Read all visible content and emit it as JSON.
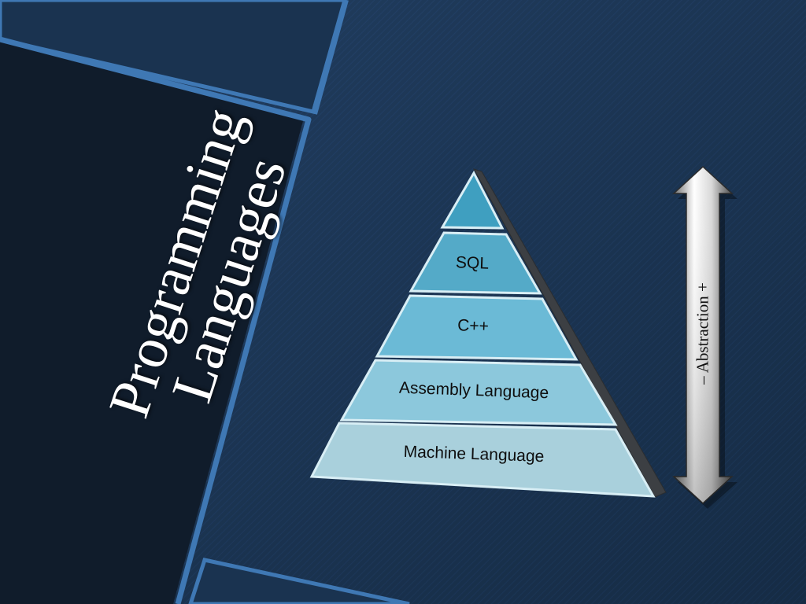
{
  "slide": {
    "title_line1": "Programming",
    "title_line2": "Languages"
  },
  "pyramid": {
    "tiers": [
      {
        "label": "",
        "fill": "#3f9fc0"
      },
      {
        "label": "SQL",
        "fill": "#54aac8"
      },
      {
        "label": "C++",
        "fill": "#6bbad6"
      },
      {
        "label": "Assembly Language",
        "fill": "#8cc8dc"
      },
      {
        "label": "Machine Language",
        "fill": "#a9d0dc"
      }
    ]
  },
  "axis": {
    "label": "– Abstraction +"
  },
  "colors": {
    "background": "#1c3553",
    "left_panel": "#101c2b",
    "stripe": "#3f78b4"
  }
}
